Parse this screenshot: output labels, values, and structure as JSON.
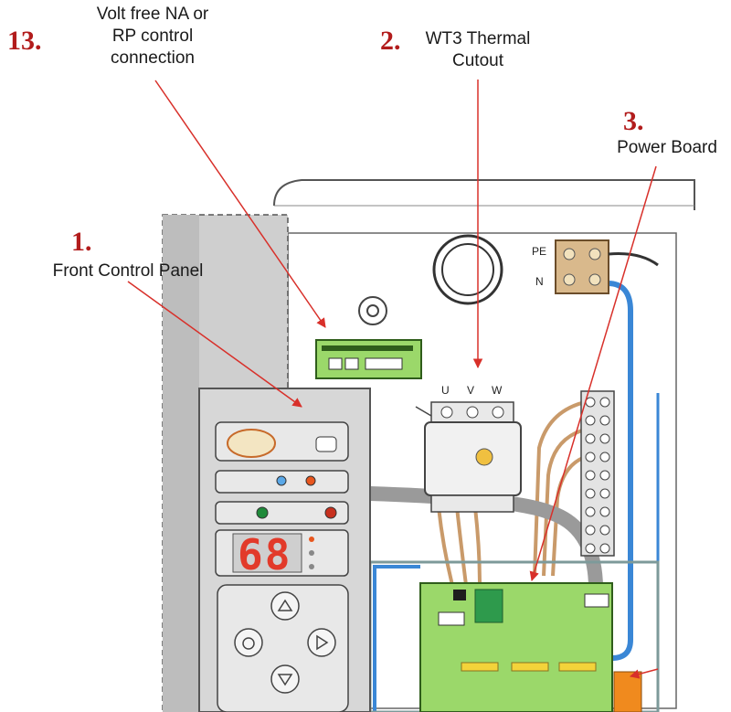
{
  "callouts": [
    {
      "id": "c1",
      "number": "1.",
      "label": "Front Control Panel"
    },
    {
      "id": "c2",
      "number": "2.",
      "label_lines": [
        "WT3 Thermal",
        "Cutout"
      ]
    },
    {
      "id": "c3",
      "number": "3.",
      "label": "Power Board"
    },
    {
      "id": "c13",
      "number": "13.",
      "label_lines": [
        "Volt free NA or",
        "RP control",
        "connection"
      ]
    }
  ],
  "terminals": {
    "pe": "PE",
    "n": "N",
    "u": "U",
    "v": "V",
    "w": "W"
  },
  "display": {
    "reading": "68"
  },
  "colors": {
    "callout_number": "#b21c1c",
    "leader_line": "#d8302a",
    "board_green": "#9bd86a",
    "panel_grey": "#d7d7d7",
    "blue_wire": "#3a87d6",
    "brown_wire": "#c99a6a"
  }
}
